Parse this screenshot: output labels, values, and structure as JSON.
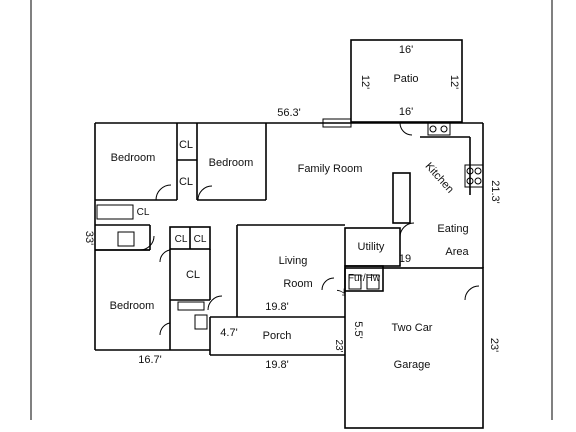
{
  "rooms": {
    "patio": "Patio",
    "family_room": "Family Room",
    "kitchen": "Kitchen",
    "eating": "Eating",
    "area": "Area",
    "bedroom_top_left": "Bedroom",
    "bedroom_top_mid": "Bedroom",
    "bedroom_bottom": "Bedroom",
    "living": "Living",
    "room": "Room",
    "utility": "Utility",
    "fur_hw": "Fur/Hw",
    "porch": "Porch",
    "garage_1": "Two Car",
    "garage_2": "Garage",
    "closet": "CL"
  },
  "dimensions": {
    "patio_top": "16'",
    "patio_bottom": "16'",
    "patio_left": "12'",
    "patio_right": "12'",
    "overall_width": "56.3'",
    "kitchen_right": "21.3'",
    "house_left": "33'",
    "living_width": "19.8'",
    "porch_width": "19.8'",
    "porch_depth": "4.7'",
    "porch_right": "23'",
    "bedroom_width": "16.7'",
    "garage_left": "5.5'",
    "garage_right": "23'",
    "fur_depth": "7'",
    "eating_small": "19"
  }
}
